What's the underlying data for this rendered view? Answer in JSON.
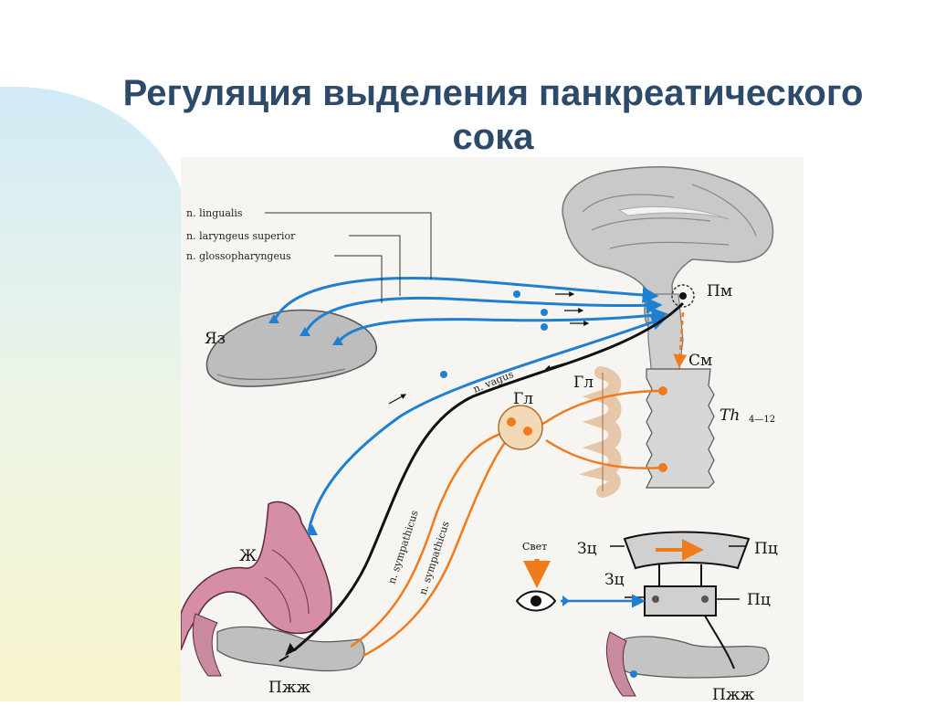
{
  "title": {
    "line1": "Регуляция выделения панкреатического",
    "line2": "сока"
  },
  "nerves": {
    "lingualis": "n. lingualis",
    "laryngeus": "n. laryngeus superior",
    "glosso": "n. glossopharyngeus",
    "vagus": "n. vagus",
    "symp1": "n. sympathicus",
    "symp2": "n. sympathicus"
  },
  "labels": {
    "yaz": "Яз",
    "pm": "Пм",
    "sm": "См",
    "gl_top": "Гл",
    "gl_ganglion": "Гл",
    "th": "Th",
    "th_range": "4—12",
    "zh": "Ж",
    "pzhzh": "Пжж",
    "pzhzh2": "Пжж",
    "svet": "Свет",
    "zc1": "Зц",
    "zc2": "Зц",
    "pc1": "Пц",
    "pc2": "Пц"
  },
  "colors": {
    "title": "#2e4a6b",
    "afferent": "#1f7fd0",
    "efferent_vagus": "#111111",
    "sympathetic": "#f07b1c"
  }
}
